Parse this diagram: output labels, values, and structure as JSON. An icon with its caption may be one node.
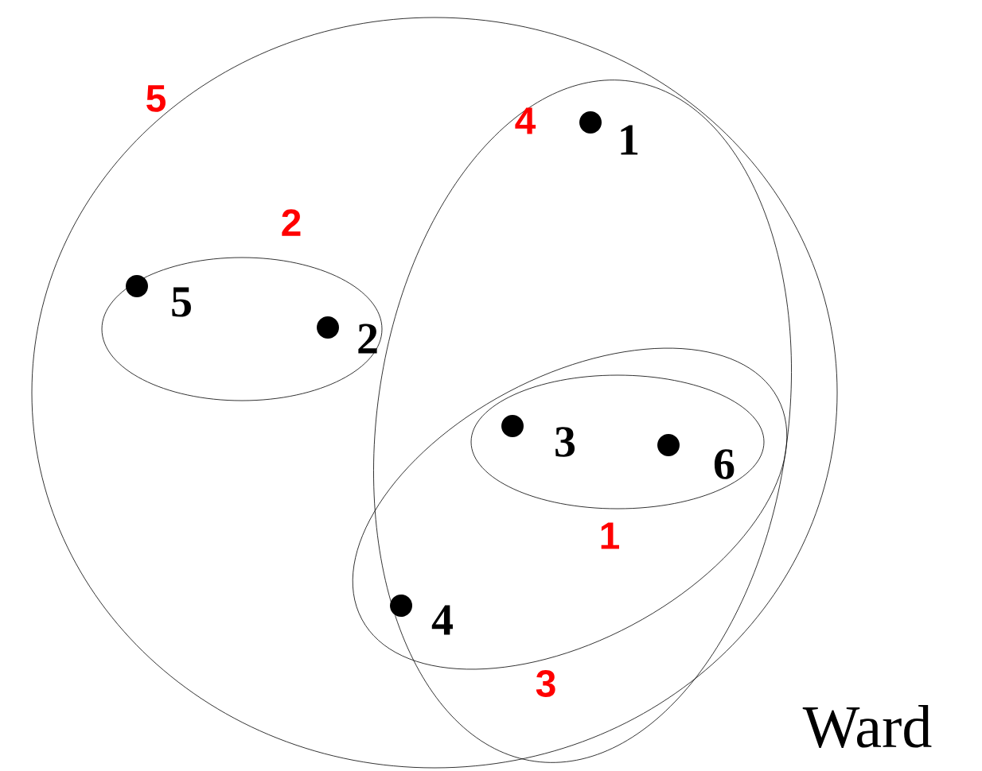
{
  "diagram": {
    "nodes": [
      {
        "text": [
          "5"
        ]
      },
      {
        "text": [
          "2"
        ],
        "in": 0
      },
      {
        "text": [],
        "shape": "circle",
        "beside": [
          "5"
        ],
        "in": 1
      },
      {
        "text": [],
        "shape": "circle",
        "beside": [
          "2"
        ],
        "in": 1
      },
      {
        "text": [
          "4"
        ],
        "in": 0
      },
      {
        "text": [],
        "shape": "circle",
        "beside": [
          "1"
        ],
        "in": 4
      },
      {
        "text": [
          "3"
        ],
        "in": 4
      },
      {
        "text": [
          "1"
        ],
        "in": 6
      },
      {
        "text": [],
        "shape": "circle",
        "beside": [
          "3"
        ],
        "in": 7
      },
      {
        "text": [],
        "shape": "circle",
        "beside": [
          "6"
        ],
        "in": 7
      },
      {
        "text": [],
        "shape": "circle",
        "beside": [
          "4"
        ],
        "in": 6
      }
    ],
    "labels": [
      "Ward"
    ]
  }
}
